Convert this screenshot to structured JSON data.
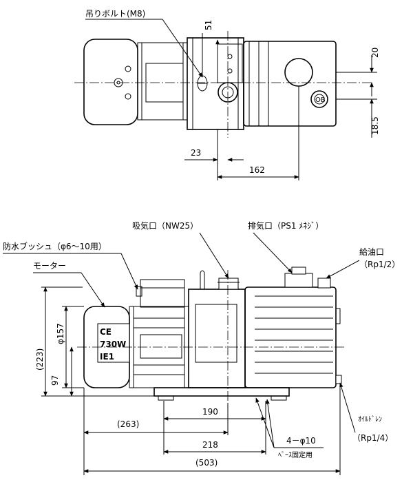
{
  "top_view": {
    "label_eyebolt": "吊りボルト(M8)",
    "dim_51": "51",
    "dim_20": "20",
    "dim_18_5": "18.5",
    "dim_23": "23",
    "dim_162": "162",
    "ob_mark": "OB"
  },
  "front_view": {
    "label_intake": "吸気口（NW25）",
    "label_exhaust": "排気口（PS1 ﾒﾈｼﾞ）",
    "label_grommet": "防水ブッシュ（φ6～10用）",
    "label_motor": "モーター",
    "label_oil_fill": "給油口",
    "label_oil_fill_size": "（Rp1/2）",
    "label_oil_drain": "ｵｲﾙﾄﾞﾚﾝ",
    "label_oil_drain_size": "（Rp1/4）",
    "label_holes": "4－φ10",
    "label_holes_note": "ﾍﾞｰｽ固定用",
    "plate_line1": "CE",
    "plate_line2": "730W",
    "plate_line3": "IE1",
    "dim_223": "(223)",
    "dim_157": "φ157",
    "dim_97": "97",
    "dim_263": "(263)",
    "dim_190": "190",
    "dim_218": "218",
    "dim_503": "(503)"
  }
}
